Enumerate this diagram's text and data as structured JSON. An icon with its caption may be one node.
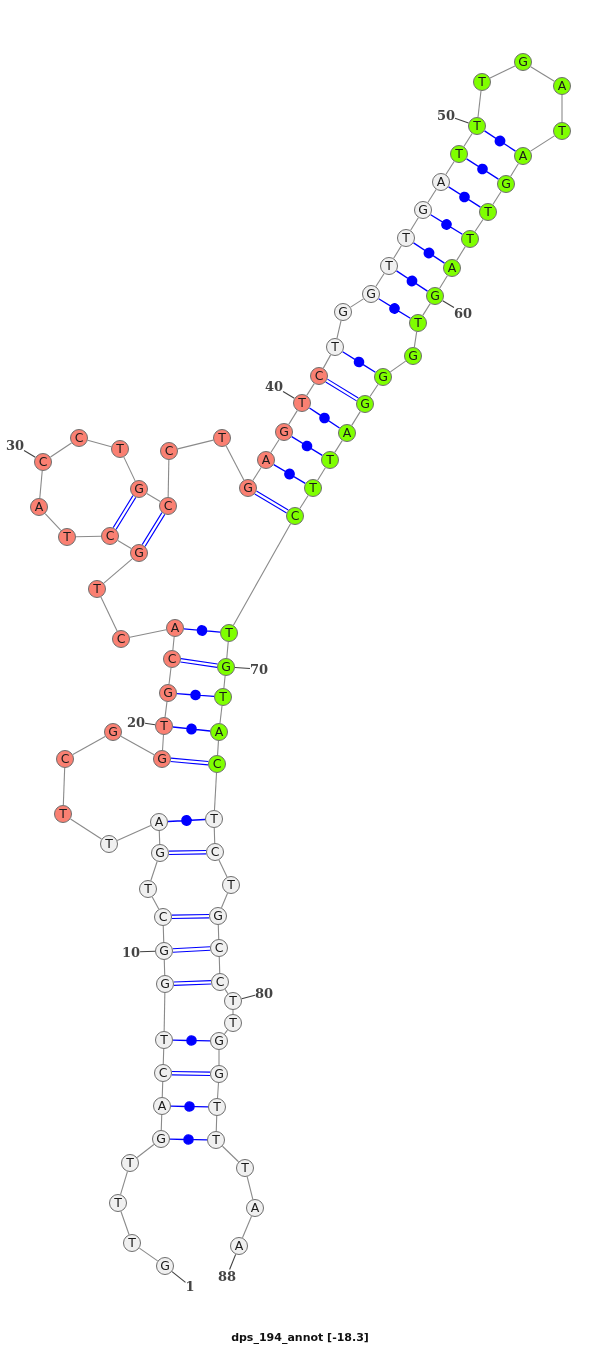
{
  "diagram": {
    "caption": "dps_194_annot [-18.3]",
    "nodes": [
      {
        "text": [
          "G"
        ]
      },
      {
        "text": [
          "T"
        ]
      },
      {
        "text": [
          "T"
        ]
      },
      {
        "text": [
          "T"
        ]
      },
      {
        "text": [
          "G"
        ]
      },
      {
        "text": [
          "A"
        ]
      },
      {
        "text": [
          "C"
        ]
      },
      {
        "text": [
          "T"
        ]
      },
      {
        "text": [
          "G"
        ]
      },
      {
        "text": [
          "G"
        ]
      },
      {
        "text": [
          "C"
        ]
      },
      {
        "text": [
          "T"
        ]
      },
      {
        "text": [
          "G"
        ]
      },
      {
        "text": [
          "A"
        ]
      },
      {
        "text": [
          "T"
        ]
      },
      {
        "text": [
          "T"
        ]
      },
      {
        "text": [
          "C"
        ]
      },
      {
        "text": [
          "G"
        ]
      },
      {
        "text": [
          "G"
        ]
      },
      {
        "text": [
          "T"
        ]
      },
      {
        "text": [
          "G"
        ]
      },
      {
        "text": [
          "C"
        ]
      },
      {
        "text": [
          "A"
        ]
      },
      {
        "text": [
          "C"
        ]
      },
      {
        "text": [
          "T"
        ]
      },
      {
        "text": [
          "G"
        ]
      },
      {
        "text": [
          "C"
        ]
      },
      {
        "text": [
          "T"
        ]
      },
      {
        "text": [
          "A"
        ]
      },
      {
        "text": [
          "C"
        ]
      },
      {
        "text": [
          "C"
        ]
      },
      {
        "text": [
          "T"
        ]
      },
      {
        "text": [
          "G"
        ]
      },
      {
        "text": [
          "C"
        ]
      },
      {
        "text": [
          "C"
        ]
      },
      {
        "text": [
          "T"
        ]
      },
      {
        "text": [
          "G"
        ]
      },
      {
        "text": [
          "A"
        ]
      },
      {
        "text": [
          "G"
        ]
      },
      {
        "text": [
          "T"
        ]
      },
      {
        "text": [
          "C"
        ]
      },
      {
        "text": [
          "T"
        ]
      },
      {
        "text": [
          "G"
        ]
      },
      {
        "text": [
          "G"
        ]
      },
      {
        "text": [
          "T"
        ]
      },
      {
        "text": [
          "T"
        ]
      },
      {
        "text": [
          "G"
        ]
      },
      {
        "text": [
          "A"
        ]
      },
      {
        "text": [
          "T"
        ]
      },
      {
        "text": [
          "T"
        ]
      },
      {
        "text": [
          "T"
        ]
      },
      {
        "text": [
          "G"
        ]
      },
      {
        "text": [
          "A"
        ]
      },
      {
        "text": [
          "T"
        ]
      },
      {
        "text": [
          "A"
        ]
      },
      {
        "text": [
          "G"
        ]
      },
      {
        "text": [
          "T"
        ]
      },
      {
        "text": [
          "T"
        ]
      },
      {
        "text": [
          "A"
        ]
      },
      {
        "text": [
          "G"
        ]
      },
      {
        "text": [
          "T"
        ]
      },
      {
        "text": [
          "G"
        ]
      },
      {
        "text": [
          "G"
        ]
      },
      {
        "text": [
          "G"
        ]
      },
      {
        "text": [
          "A"
        ]
      },
      {
        "text": [
          "T"
        ]
      },
      {
        "text": [
          "T"
        ]
      },
      {
        "text": [
          "C"
        ]
      },
      {
        "text": [
          "T"
        ]
      },
      {
        "text": [
          "G"
        ]
      },
      {
        "text": [
          "T"
        ]
      },
      {
        "text": [
          "A"
        ]
      },
      {
        "text": [
          "C"
        ]
      },
      {
        "text": [
          "T"
        ]
      },
      {
        "text": [
          "C"
        ]
      },
      {
        "text": [
          "T"
        ]
      },
      {
        "text": [
          "G"
        ]
      },
      {
        "text": [
          "C"
        ]
      },
      {
        "text": [
          "C"
        ]
      },
      {
        "text": [
          "T"
        ]
      },
      {
        "text": [
          "T"
        ]
      },
      {
        "text": [
          "G"
        ]
      },
      {
        "text": [
          "G"
        ]
      },
      {
        "text": [
          "T"
        ]
      },
      {
        "text": [
          "T"
        ]
      },
      {
        "text": [
          "T"
        ]
      },
      {
        "text": [
          "A"
        ]
      },
      {
        "text": [
          "A"
        ]
      },
      {
        "text": [
          "1"
        ]
      },
      {
        "text": [
          "10"
        ]
      },
      {
        "text": [
          "20"
        ]
      },
      {
        "text": [
          "30"
        ]
      },
      {
        "text": [
          "40"
        ]
      },
      {
        "text": [
          "50"
        ]
      },
      {
        "text": [
          "60"
        ]
      },
      {
        "text": [
          "70"
        ]
      },
      {
        "text": [
          "80"
        ]
      },
      {
        "text": [
          "88"
        ]
      }
    ],
    "edges": [
      {
        "from": 0,
        "to": 1,
        "arrow": "none"
      },
      {
        "from": 1,
        "to": 2,
        "arrow": "none"
      },
      {
        "from": 2,
        "to": 3,
        "arrow": "none"
      },
      {
        "from": 3,
        "to": 4,
        "arrow": "none"
      },
      {
        "from": 4,
        "to": 5,
        "arrow": "none"
      },
      {
        "from": 5,
        "to": 6,
        "arrow": "none"
      },
      {
        "from": 6,
        "to": 7,
        "arrow": "none"
      },
      {
        "from": 7,
        "to": 8,
        "arrow": "none"
      },
      {
        "from": 8,
        "to": 9,
        "arrow": "none"
      },
      {
        "from": 9,
        "to": 10,
        "arrow": "none"
      },
      {
        "from": 10,
        "to": 11,
        "arrow": "none"
      },
      {
        "from": 11,
        "to": 12,
        "arrow": "none"
      },
      {
        "from": 12,
        "to": 13,
        "arrow": "none"
      },
      {
        "from": 13,
        "to": 14,
        "arrow": "none"
      },
      {
        "from": 14,
        "to": 15,
        "arrow": "none"
      },
      {
        "from": 15,
        "to": 16,
        "arrow": "none"
      },
      {
        "from": 16,
        "to": 17,
        "arrow": "none"
      },
      {
        "from": 17,
        "to": 18,
        "arrow": "none"
      },
      {
        "from": 18,
        "to": 19,
        "arrow": "none"
      },
      {
        "from": 19,
        "to": 20,
        "arrow": "none"
      },
      {
        "from": 20,
        "to": 21,
        "arrow": "none"
      },
      {
        "from": 21,
        "to": 22,
        "arrow": "none"
      },
      {
        "from": 22,
        "to": 23,
        "arrow": "none"
      },
      {
        "from": 23,
        "to": 24,
        "arrow": "none"
      },
      {
        "from": 24,
        "to": 25,
        "arrow": "none"
      },
      {
        "from": 25,
        "to": 26,
        "arrow": "none"
      },
      {
        "from": 26,
        "to": 27,
        "arrow": "none"
      },
      {
        "from": 27,
        "to": 28,
        "arrow": "none"
      },
      {
        "from": 28,
        "to": 29,
        "arrow": "none"
      },
      {
        "from": 29,
        "to": 30,
        "arrow": "none"
      },
      {
        "from": 30,
        "to": 31,
        "arrow": "none"
      },
      {
        "from": 31,
        "to": 32,
        "arrow": "none"
      },
      {
        "from": 32,
        "to": 33,
        "arrow": "none"
      },
      {
        "from": 33,
        "to": 34,
        "arrow": "none"
      },
      {
        "from": 34,
        "to": 35,
        "arrow": "none"
      },
      {
        "from": 35,
        "to": 36,
        "arrow": "none"
      },
      {
        "from": 36,
        "to": 37,
        "arrow": "none"
      },
      {
        "from": 37,
        "to": 38,
        "arrow": "none"
      },
      {
        "from": 38,
        "to": 39,
        "arrow": "none"
      },
      {
        "from": 39,
        "to": 40,
        "arrow": "none"
      },
      {
        "from": 40,
        "to": 41,
        "arrow": "none"
      },
      {
        "from": 41,
        "to": 42,
        "arrow": "none"
      },
      {
        "from": 42,
        "to": 43,
        "arrow": "none"
      },
      {
        "from": 43,
        "to": 44,
        "arrow": "none"
      },
      {
        "from": 44,
        "to": 45,
        "arrow": "none"
      },
      {
        "from": 45,
        "to": 46,
        "arrow": "none"
      },
      {
        "from": 46,
        "to": 47,
        "arrow": "none"
      },
      {
        "from": 47,
        "to": 48,
        "arrow": "none"
      },
      {
        "from": 48,
        "to": 49,
        "arrow": "none"
      },
      {
        "from": 49,
        "to": 50,
        "arrow": "none"
      },
      {
        "from": 50,
        "to": 51,
        "arrow": "none"
      },
      {
        "from": 51,
        "to": 52,
        "arrow": "none"
      },
      {
        "from": 52,
        "to": 53,
        "arrow": "none"
      },
      {
        "from": 53,
        "to": 54,
        "arrow": "none"
      },
      {
        "from": 54,
        "to": 55,
        "arrow": "none"
      },
      {
        "from": 55,
        "to": 56,
        "arrow": "none"
      },
      {
        "from": 56,
        "to": 57,
        "arrow": "none"
      },
      {
        "from": 57,
        "to": 58,
        "arrow": "none"
      },
      {
        "from": 58,
        "to": 59,
        "arrow": "none"
      },
      {
        "from": 59,
        "to": 60,
        "arrow": "none"
      },
      {
        "from": 60,
        "to": 61,
        "arrow": "none"
      },
      {
        "from": 61,
        "to": 62,
        "arrow": "none"
      },
      {
        "from": 62,
        "to": 63,
        "arrow": "none"
      },
      {
        "from": 63,
        "to": 64,
        "arrow": "none"
      },
      {
        "from": 64,
        "to": 65,
        "arrow": "none"
      },
      {
        "from": 65,
        "to": 66,
        "arrow": "none"
      },
      {
        "from": 66,
        "to": 67,
        "arrow": "none"
      },
      {
        "from": 67,
        "to": 68,
        "arrow": "none"
      },
      {
        "from": 68,
        "to": 69,
        "arrow": "none"
      },
      {
        "from": 69,
        "to": 70,
        "arrow": "none"
      },
      {
        "from": 70,
        "to": 71,
        "arrow": "none"
      },
      {
        "from": 71,
        "to": 72,
        "arrow": "none"
      },
      {
        "from": 72,
        "to": 73,
        "arrow": "none"
      },
      {
        "from": 73,
        "to": 74,
        "arrow": "none"
      },
      {
        "from": 74,
        "to": 75,
        "arrow": "none"
      },
      {
        "from": 75,
        "to": 76,
        "arrow": "none"
      },
      {
        "from": 76,
        "to": 77,
        "arrow": "none"
      },
      {
        "from": 77,
        "to": 78,
        "arrow": "none"
      },
      {
        "from": 78,
        "to": 79,
        "arrow": "none"
      },
      {
        "from": 79,
        "to": 80,
        "arrow": "none"
      },
      {
        "from": 80,
        "to": 81,
        "arrow": "none"
      },
      {
        "from": 81,
        "to": 82,
        "arrow": "none"
      },
      {
        "from": 82,
        "to": 83,
        "arrow": "none"
      },
      {
        "from": 83,
        "to": 84,
        "arrow": "none"
      },
      {
        "from": 84,
        "to": 85,
        "arrow": "none"
      },
      {
        "from": 85,
        "to": 86,
        "arrow": "none"
      },
      {
        "from": 86,
        "to": 87,
        "arrow": "none"
      },
      {
        "from": 4,
        "to": 84,
        "arrow": "none",
        "color": "#0000ff"
      },
      {
        "from": 5,
        "to": 83,
        "arrow": "none",
        "color": "#0000ff"
      },
      {
        "from": 6,
        "to": 82,
        "arrow": "none",
        "color": "#0000ff"
      },
      {
        "from": 7,
        "to": 81,
        "arrow": "none",
        "color": "#0000ff"
      },
      {
        "from": 8,
        "to": 78,
        "arrow": "none",
        "color": "#0000ff"
      },
      {
        "from": 9,
        "to": 77,
        "arrow": "none",
        "color": "#0000ff"
      },
      {
        "from": 10,
        "to": 76,
        "arrow": "none",
        "color": "#0000ff"
      },
      {
        "from": 12,
        "to": 74,
        "arrow": "none",
        "color": "#0000ff"
      },
      {
        "from": 13,
        "to": 73,
        "arrow": "none",
        "color": "#0000ff"
      },
      {
        "from": 18,
        "to": 72,
        "arrow": "none",
        "color": "#0000ff"
      },
      {
        "from": 19,
        "to": 71,
        "arrow": "none",
        "color": "#0000ff"
      },
      {
        "from": 20,
        "to": 70,
        "arrow": "none",
        "color": "#0000ff"
      },
      {
        "from": 21,
        "to": 69,
        "arrow": "none",
        "color": "#0000ff"
      },
      {
        "from": 22,
        "to": 68,
        "arrow": "none",
        "color": "#0000ff"
      },
      {
        "from": 25,
        "to": 33,
        "arrow": "none",
        "color": "#0000ff"
      },
      {
        "from": 26,
        "to": 32,
        "arrow": "none",
        "color": "#0000ff"
      },
      {
        "from": 36,
        "to": 67,
        "arrow": "none",
        "color": "#0000ff"
      },
      {
        "from": 37,
        "to": 66,
        "arrow": "none",
        "color": "#0000ff"
      },
      {
        "from": 38,
        "to": 65,
        "arrow": "none",
        "color": "#0000ff"
      },
      {
        "from": 39,
        "to": 64,
        "arrow": "none",
        "color": "#0000ff"
      },
      {
        "from": 40,
        "to": 63,
        "arrow": "none",
        "color": "#0000ff"
      },
      {
        "from": 41,
        "to": 62,
        "arrow": "none",
        "color": "#0000ff"
      },
      {
        "from": 43,
        "to": 60,
        "arrow": "none",
        "color": "#0000ff"
      },
      {
        "from": 44,
        "to": 59,
        "arrow": "none",
        "color": "#0000ff"
      },
      {
        "from": 45,
        "to": 58,
        "arrow": "none",
        "color": "#0000ff"
      },
      {
        "from": 46,
        "to": 57,
        "arrow": "none",
        "color": "#0000ff"
      },
      {
        "from": 47,
        "to": 56,
        "arrow": "none",
        "color": "#0000ff"
      },
      {
        "from": 48,
        "to": 55,
        "arrow": "none",
        "color": "#0000ff"
      },
      {
        "from": 49,
        "to": 54,
        "arrow": "none",
        "color": "#0000ff"
      },
      {
        "from": 88,
        "to": 0,
        "arrow": "none",
        "color": "#404040"
      },
      {
        "from": 89,
        "to": 9,
        "arrow": "none",
        "color": "#404040"
      },
      {
        "from": 90,
        "to": 19,
        "arrow": "none",
        "color": "#404040"
      },
      {
        "from": 91,
        "to": 29,
        "arrow": "none",
        "color": "#404040"
      },
      {
        "from": 92,
        "to": 39,
        "arrow": "none",
        "color": "#404040"
      },
      {
        "from": 93,
        "to": 49,
        "arrow": "none",
        "color": "#404040"
      },
      {
        "from": 94,
        "to": 59,
        "arrow": "none",
        "color": "#404040"
      },
      {
        "from": 95,
        "to": 69,
        "arrow": "none",
        "color": "#404040"
      },
      {
        "from": 96,
        "to": 79,
        "arrow": "none",
        "color": "#404040"
      },
      {
        "from": 97,
        "to": 87,
        "arrow": "none",
        "color": "#404040"
      }
    ]
  }
}
